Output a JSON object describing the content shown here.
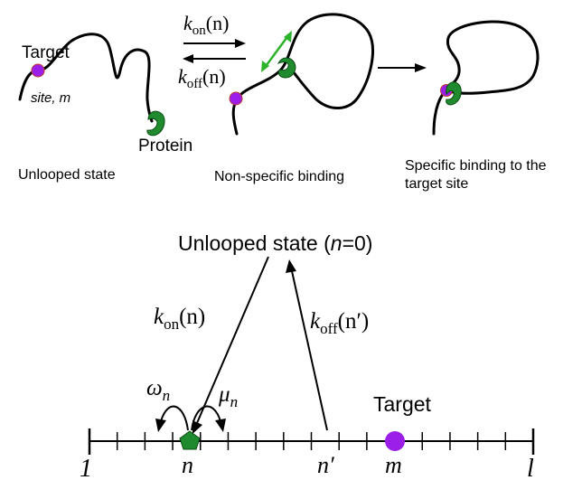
{
  "colors": {
    "target_site": "#9b1fe8",
    "protein": "#1f8a2e",
    "protein_stroke": "#0b4d14",
    "slide_arrow": "#2bb32b",
    "line": "#000000"
  },
  "top_panel": {
    "label_target": "Target",
    "label_site": "site, m",
    "label_protein": "Protein",
    "rate_on": {
      "base": "k",
      "sub": "on",
      "arg": "(n)"
    },
    "rate_off": {
      "base": "k",
      "sub": "off",
      "arg": "(n)"
    },
    "caption_unlooped": "Unlooped state",
    "caption_nonspecific": "Non-specific binding",
    "caption_specific_line1": "Specific binding to the",
    "caption_specific_line2": "target site"
  },
  "bottom_panel": {
    "unlooped_prefix": "Unlooped state (",
    "unlooped_var": "n",
    "unlooped_suffix": "=0)",
    "rate_on": {
      "base": "k",
      "sub": "on",
      "arg": "(n)"
    },
    "rate_off": {
      "base": "k",
      "sub": "off",
      "arg": "(n′)"
    },
    "omega": {
      "base": "ω",
      "sub": "n"
    },
    "mu": {
      "base": "μ",
      "sub": "n"
    },
    "label_target": "Target",
    "lattice_labels": {
      "first": "1",
      "n": "n",
      "nprime": "n′",
      "m": "m",
      "last": "l"
    },
    "lattice_tick_count": 15
  }
}
